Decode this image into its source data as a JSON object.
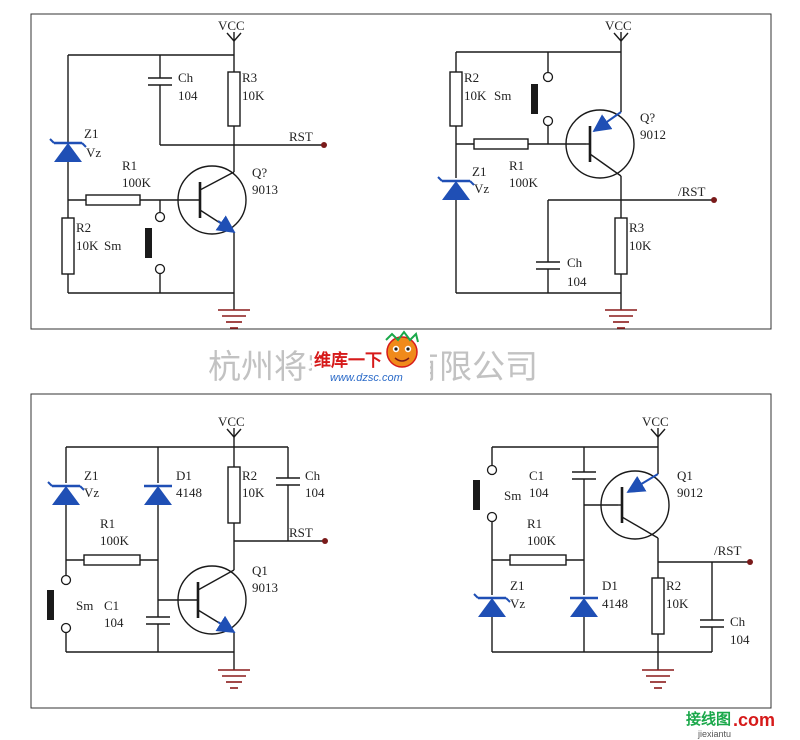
{
  "colors": {
    "wire": "#1a1a1a",
    "label_text": "#222222",
    "signal_label": "#7a1a1a",
    "node": "#7a1a1a",
    "component_blue": "#1f4fb5",
    "ground": "#8a1a1a",
    "frame": "#333333",
    "watermark_grey": "#c2c2c2",
    "logo_red": "#d61a1a",
    "logo_orange": "#f08a1a",
    "logo_blue": "#2a6ac8",
    "logo_green": "#1aa84a"
  },
  "circuits": {
    "top_left": {
      "vcc": "VCC",
      "rst": "RST",
      "ch_name": "Ch",
      "ch_value": "104",
      "r3_name": "R3",
      "r3_value": "10K",
      "z1_name": "Z1",
      "z1_value": "Vz",
      "r1_name": "R1",
      "r1_value": "100K",
      "q_name": "Q?",
      "q_value": "9013",
      "r2_name": "R2",
      "r2_value": "10K",
      "sm": "Sm"
    },
    "top_right": {
      "vcc": "VCC",
      "rst": "/RST",
      "r2_name": "R2",
      "r2_value": "10K",
      "sm": "Sm",
      "q_name": "Q?",
      "q_value": "9012",
      "z1_name": "Z1",
      "z1_value": "Vz",
      "r1_name": "R1",
      "r1_value": "100K",
      "ch_name": "Ch",
      "ch_value": "104",
      "r3_name": "R3",
      "r3_value": "10K"
    },
    "bottom_left": {
      "vcc": "VCC",
      "rst": "RST",
      "z1_name": "Z1",
      "z1_value": "Vz",
      "d1_name": "D1",
      "d1_value": "4148",
      "r2_name": "R2",
      "r2_value": "10K",
      "ch_name": "Ch",
      "ch_value": "104",
      "r1_name": "R1",
      "r1_value": "100K",
      "q_name": "Q1",
      "q_value": "9013",
      "sm": "Sm",
      "c1_name": "C1",
      "c1_value": "104"
    },
    "bottom_right": {
      "vcc": "VCC",
      "rst": "/RST",
      "sm": "Sm",
      "c1_name": "C1",
      "c1_value": "104",
      "q_name": "Q1",
      "q_value": "9012",
      "r1_name": "R1",
      "r1_value": "100K",
      "z1_name": "Z1",
      "z1_value": "Vz",
      "d1_name": "D1",
      "d1_value": "4148",
      "r2_name": "R2",
      "r2_value": "10K",
      "ch_name": "Ch",
      "ch_value": "104"
    }
  },
  "watermark": {
    "company_text": "杭州将睿科技有限公司",
    "logo_title": "维库一下",
    "logo_url": "www.dzsc.com",
    "corner_cn": "接线图",
    "corner_dot_com": ".com",
    "corner_pinyin": "jiexiantu"
  }
}
